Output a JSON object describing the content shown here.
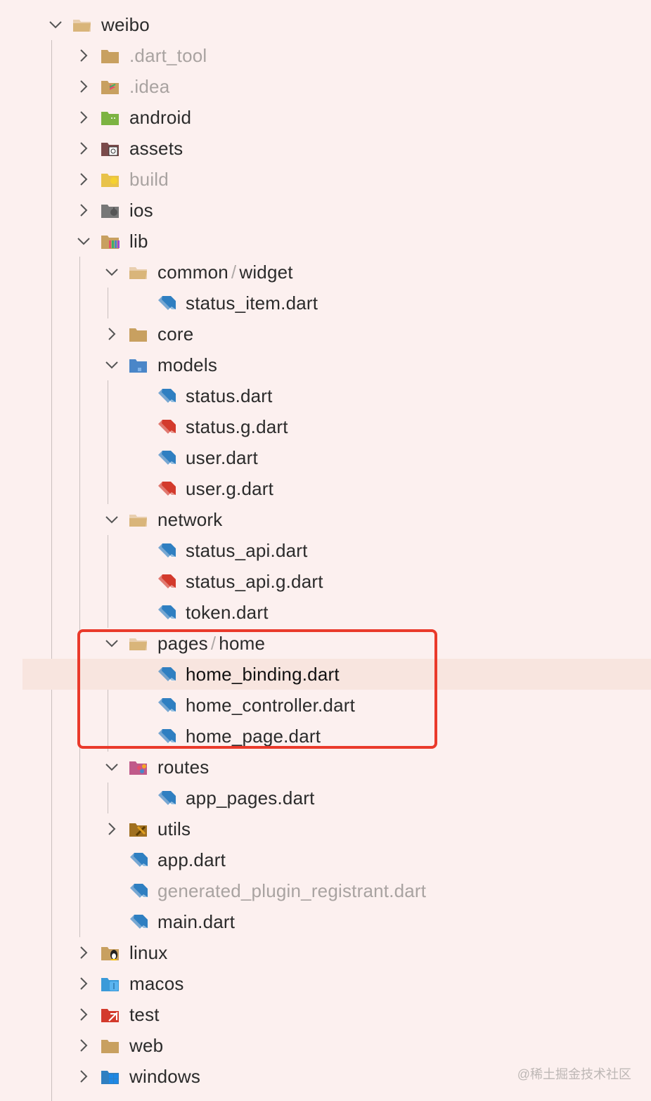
{
  "tree": [
    {
      "label": "weibo",
      "depth": 0,
      "expanded": true,
      "icon": "folder-open-icon",
      "color": "#d9b57a"
    },
    {
      "label": ".dart_tool",
      "depth": 1,
      "expanded": false,
      "icon": "folder-icon",
      "dim": true,
      "color": "#c8a060"
    },
    {
      "label": ".idea",
      "depth": 1,
      "expanded": false,
      "icon": "idea-folder-icon",
      "dim": true,
      "color": "#c8a060"
    },
    {
      "label": "android",
      "depth": 1,
      "expanded": false,
      "icon": "android-folder-icon",
      "color": "#7cb342"
    },
    {
      "label": "assets",
      "depth": 1,
      "expanded": false,
      "icon": "assets-folder-icon",
      "color": "#7a4a4a"
    },
    {
      "label": "build",
      "depth": 1,
      "expanded": false,
      "icon": "build-folder-icon",
      "dim": true,
      "color": "#e8c24a"
    },
    {
      "label": "ios",
      "depth": 1,
      "expanded": false,
      "icon": "ios-folder-icon",
      "color": "#777777"
    },
    {
      "label": "lib",
      "depth": 1,
      "expanded": true,
      "icon": "lib-folder-icon",
      "color": "#c8a060"
    },
    {
      "label": "common",
      "label2": "widget",
      "depth": 2,
      "expanded": true,
      "icon": "folder-open-icon",
      "color": "#d9b57a"
    },
    {
      "label": "status_item.dart",
      "depth": 3,
      "file": true,
      "icon": "dart-file-icon",
      "color": "#2f7fc1"
    },
    {
      "label": "core",
      "depth": 2,
      "expanded": false,
      "icon": "folder-icon",
      "color": "#c8a060"
    },
    {
      "label": "models",
      "depth": 2,
      "expanded": true,
      "icon": "models-folder-icon",
      "color": "#4a86c8"
    },
    {
      "label": "status.dart",
      "depth": 3,
      "file": true,
      "icon": "dart-file-icon",
      "color": "#2f7fc1"
    },
    {
      "label": "status.g.dart",
      "depth": 3,
      "file": true,
      "icon": "dart-generated-file-icon",
      "color": "#d33a2c"
    },
    {
      "label": "user.dart",
      "depth": 3,
      "file": true,
      "icon": "dart-file-icon",
      "color": "#2f7fc1"
    },
    {
      "label": "user.g.dart",
      "depth": 3,
      "file": true,
      "icon": "dart-generated-file-icon",
      "color": "#d33a2c"
    },
    {
      "label": "network",
      "depth": 2,
      "expanded": true,
      "icon": "folder-open-icon",
      "color": "#d9b57a"
    },
    {
      "label": "status_api.dart",
      "depth": 3,
      "file": true,
      "icon": "dart-file-icon",
      "color": "#2f7fc1"
    },
    {
      "label": "status_api.g.dart",
      "depth": 3,
      "file": true,
      "icon": "dart-generated-file-icon",
      "color": "#d33a2c"
    },
    {
      "label": "token.dart",
      "depth": 3,
      "file": true,
      "icon": "dart-file-icon",
      "color": "#2f7fc1"
    },
    {
      "label": "pages",
      "label2": "home",
      "depth": 2,
      "expanded": true,
      "icon": "folder-open-icon",
      "color": "#d9b57a"
    },
    {
      "label": "home_binding.dart",
      "depth": 3,
      "file": true,
      "icon": "dart-file-icon",
      "selected": true,
      "color": "#2f7fc1"
    },
    {
      "label": "home_controller.dart",
      "depth": 3,
      "file": true,
      "icon": "dart-file-icon",
      "color": "#2f7fc1"
    },
    {
      "label": "home_page.dart",
      "depth": 3,
      "file": true,
      "icon": "dart-file-icon",
      "color": "#2f7fc1"
    },
    {
      "label": "routes",
      "depth": 2,
      "expanded": true,
      "icon": "routes-folder-icon",
      "color": "#c05a8a"
    },
    {
      "label": "app_pages.dart",
      "depth": 3,
      "file": true,
      "icon": "dart-file-icon",
      "color": "#2f7fc1"
    },
    {
      "label": "utils",
      "depth": 2,
      "expanded": false,
      "icon": "utils-folder-icon",
      "color": "#a07020"
    },
    {
      "label": "app.dart",
      "depth": 2,
      "file": true,
      "icon": "dart-file-icon",
      "color": "#2f7fc1"
    },
    {
      "label": "generated_plugin_registrant.dart",
      "depth": 2,
      "file": true,
      "icon": "dart-file-icon",
      "dim": true,
      "color": "#2f7fc1"
    },
    {
      "label": "main.dart",
      "depth": 2,
      "file": true,
      "icon": "dart-file-icon",
      "color": "#2f7fc1"
    },
    {
      "label": "linux",
      "depth": 1,
      "expanded": false,
      "icon": "linux-folder-icon",
      "color": "#c8a060"
    },
    {
      "label": "macos",
      "depth": 1,
      "expanded": false,
      "icon": "macos-folder-icon",
      "color": "#3a9ad9"
    },
    {
      "label": "test",
      "depth": 1,
      "expanded": false,
      "icon": "test-folder-icon",
      "color": "#d33a2c"
    },
    {
      "label": "web",
      "depth": 1,
      "expanded": false,
      "icon": "folder-icon",
      "color": "#c8a060"
    },
    {
      "label": "windows",
      "depth": 1,
      "expanded": false,
      "icon": "windows-folder-icon",
      "color": "#2f7fc1"
    }
  ],
  "watermark": "@稀土掘金技术社区",
  "accent": "#ea3a2b"
}
